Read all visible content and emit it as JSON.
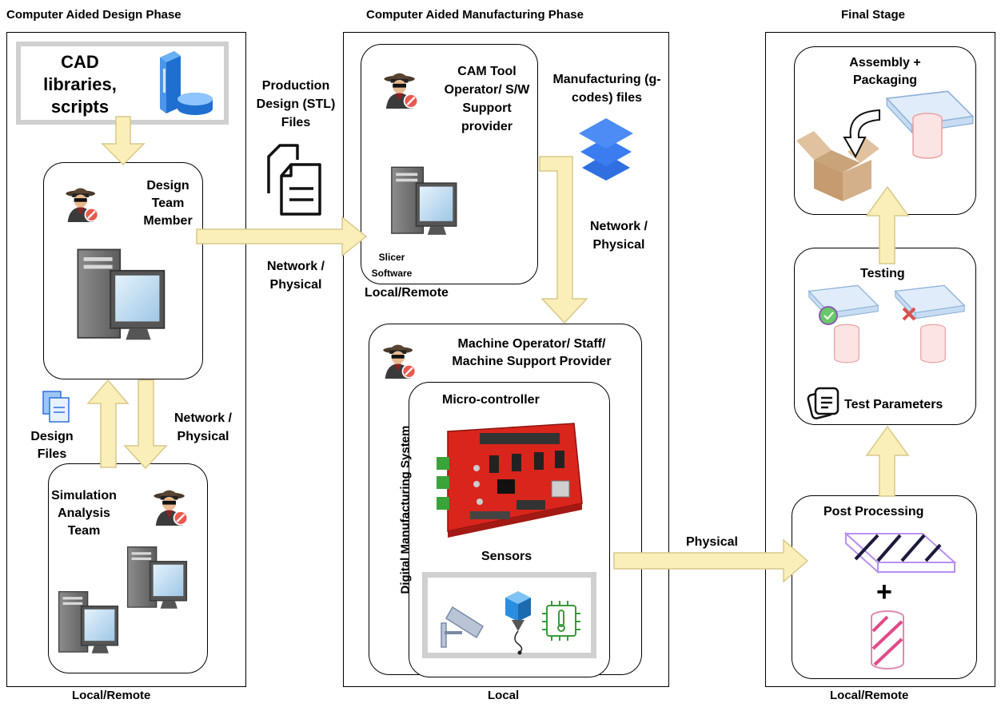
{
  "phases": {
    "cad": {
      "title": "Computer Aided Design Phase",
      "footer": "Local/Remote"
    },
    "cam": {
      "title": "Computer Aided Manufacturing Phase",
      "footer": "Local"
    },
    "final": {
      "title": "Final Stage",
      "footer": "Local/Remote"
    }
  },
  "cad": {
    "libraries": "CAD libraries, scripts",
    "design_team": "Design Team Member",
    "design_files": "Design Files",
    "link_sim": "Network / Physical",
    "simulation_team": "Simulation Analysis Team"
  },
  "transfer": {
    "production_files": "Production Design (STL) Files",
    "link_cad_cam": "Network / Physical"
  },
  "cam": {
    "tool_operator": "CAM Tool Operator/ S/W Support provider",
    "slicer": "Slicer Software",
    "slicer_location": "Local/Remote",
    "gcode_files": "Manufacturing (g-codes) files",
    "link_machine": "Network / Physical",
    "machine_operator": "Machine Operator/ Staff/ Machine Support Provider",
    "dms_label": "Digital Manufacturing System",
    "microcontroller": "Micro-controller",
    "sensors": "Sensors",
    "link_post": "Physical"
  },
  "final": {
    "assembly": "Assembly + Packaging",
    "testing": "Testing",
    "test_params": "Test Parameters",
    "post_processing": "Post Processing",
    "plus": "+"
  },
  "colors": {
    "arrow_fill": "#fbefb9",
    "arrow_stroke": "#d8c98a",
    "pc_gray": "#6f6f6f",
    "screen_blue": "#aed3ec",
    "board_red": "#d9251c",
    "terminal_green": "#3aa33a",
    "stack_blue": "#2f6fe0",
    "hatch_purple": "#b890f0",
    "cyl_pink": "#e04a8a"
  }
}
